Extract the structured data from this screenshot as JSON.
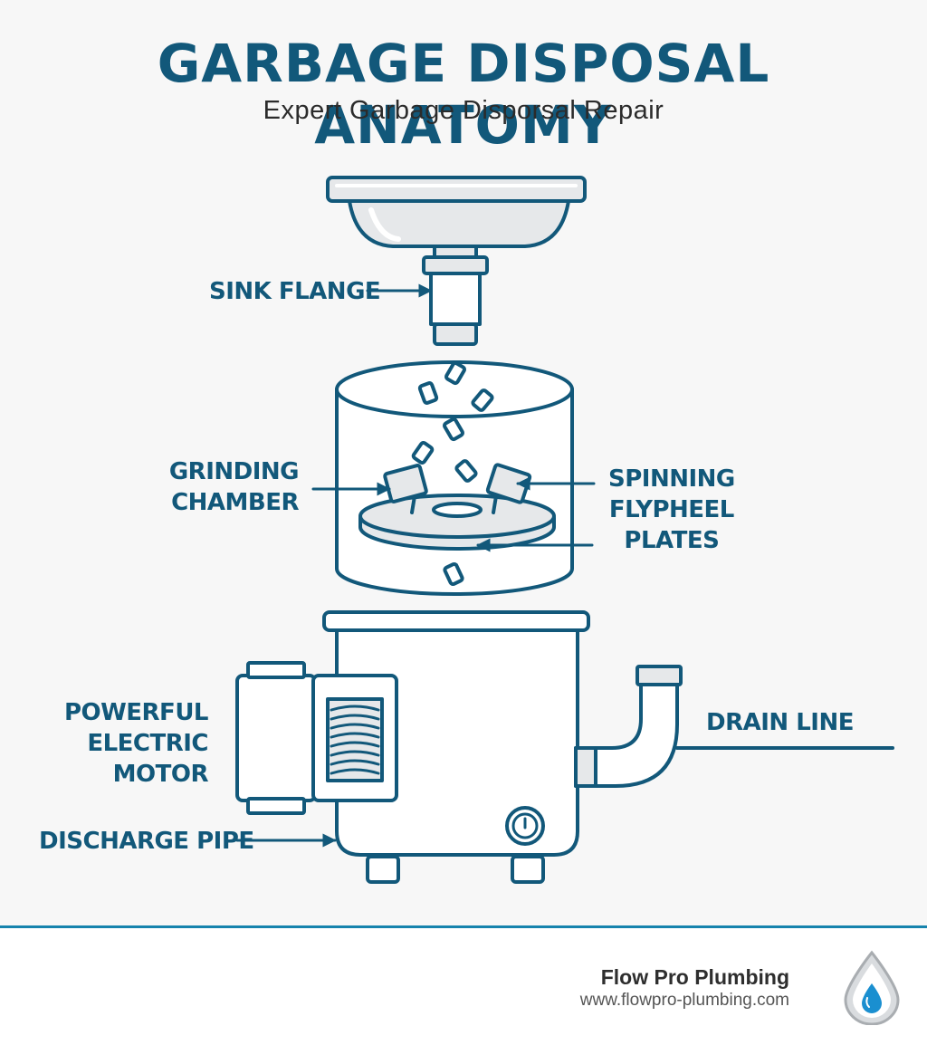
{
  "header": {
    "title": "GARBAGE DISPOSAL ANATOMY",
    "subtitle": "Expert Garbage Disporsal Repair"
  },
  "labels": {
    "sink_flange": "SINK FLANGE",
    "grinding_chamber": [
      "GRINDING",
      "CHAMBER"
    ],
    "spinning_plates": [
      "SPINNING",
      "FLYPHEEL",
      "PLATES"
    ],
    "motor": [
      "POWERFUL",
      "ELECTRIC",
      "MOTOR"
    ],
    "drain_line": "DRAIN LINE",
    "discharge_pipe": "DISCHARGE PIPE"
  },
  "footer": {
    "brand_name": "Flow Pro Plumbing",
    "brand_url": "www.flowpro-plumbing.com"
  },
  "colors": {
    "primary": "#12587a",
    "accent": "#1683ad",
    "fill_light": "#e6e8ea"
  },
  "icons": {
    "logo": "water-drop-icon",
    "switch": "power-switch-icon"
  }
}
